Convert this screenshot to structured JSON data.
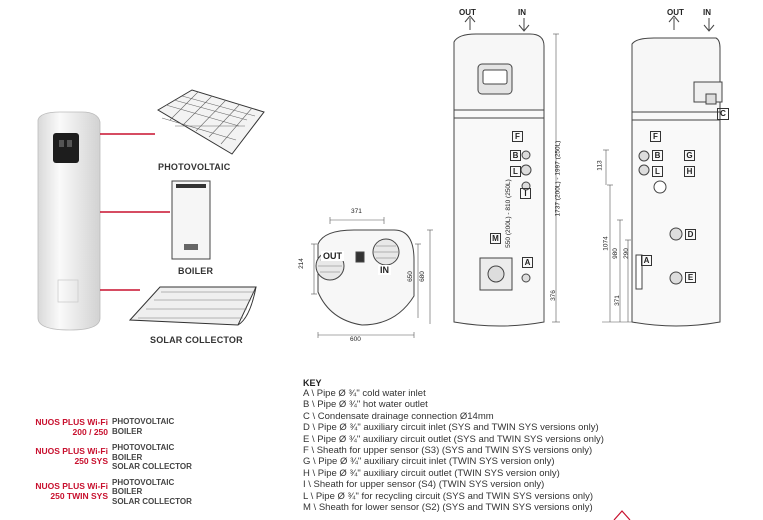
{
  "system": {
    "photovoltaic_label": "PHOTOVOLTAIC",
    "boiler_label": "BOILER",
    "solar_label": "SOLAR COLLECTOR"
  },
  "top_view": {
    "out": "OUT",
    "in": "IN",
    "dims": {
      "d371": "371",
      "d214": "214",
      "d650": "650",
      "d680": "680",
      "d600": "600"
    }
  },
  "front_view": {
    "out": "OUT",
    "in": "IN",
    "dims": {
      "d550": "550 (200L) - 810 (250L)",
      "d1737": "1737 (200L) - 1997 (250L)",
      "d376": "376"
    },
    "markers": [
      "F",
      "B",
      "L",
      "I",
      "M",
      "A"
    ]
  },
  "side_view": {
    "out": "OUT",
    "in": "IN",
    "dims": {
      "d113": "113",
      "d1074": "1074",
      "d980": "980",
      "d290": "290",
      "d371": "371"
    },
    "markers": [
      "C",
      "F",
      "B",
      "G",
      "L",
      "H",
      "D",
      "A",
      "E"
    ]
  },
  "key": {
    "title": "KEY",
    "items": [
      "A \\ Pipe Ø ¾\" cold water inlet",
      "B \\ Pipe Ø ¾\" hot water outlet",
      "C \\ Condensate drainage connection Ø14mm",
      "D \\ Pipe Ø ¾\" auxiliary circuit inlet (SYS and TWIN SYS versions only)",
      "E \\ Pipe Ø ¾\" auxiliary circuit outlet (SYS and TWIN SYS versions only)",
      "F \\ Sheath for upper sensor (S3) (SYS and TWIN SYS versions only)",
      "G \\ Pipe Ø ¾\" auxiliary circuit inlet (TWIN SYS version only)",
      "H \\ Pipe Ø ¾\" auxiliary circuit outlet (TWIN SYS version only)",
      "I \\ Sheath for upper sensor (S4) (TWIN SYS version only)",
      "L \\ Pipe Ø ¾\" for recycling circuit (SYS and TWIN SYS versions only)",
      "M \\ Sheath for lower sensor (S2) (SYS and TWIN SYS versions only)"
    ]
  },
  "models": [
    {
      "name1": "NUOS PLUS Wi-Fi",
      "name2": "200 / 250",
      "features": [
        "PHOTOVOLTAIC",
        "BOILER"
      ]
    },
    {
      "name1": "NUOS PLUS Wi-Fi",
      "name2": "250 SYS",
      "features": [
        "PHOTOVOLTAIC",
        "BOILER",
        "SOLAR COLLECTOR"
      ]
    },
    {
      "name1": "NUOS PLUS Wi-Fi",
      "name2": "250 TWIN SYS",
      "features": [
        "PHOTOVOLTAIC",
        "BOILER",
        "SOLAR COLLECTOR"
      ]
    }
  ],
  "colors": {
    "accent": "#c8102e",
    "line": "#555555",
    "tank": "#ececec"
  }
}
